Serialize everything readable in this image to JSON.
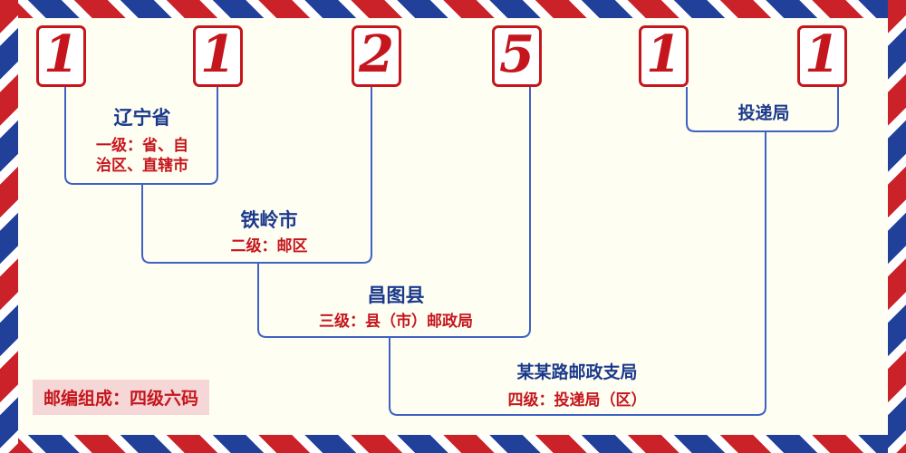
{
  "postal_code": {
    "digits": [
      "1",
      "1",
      "2",
      "5",
      "1",
      "1"
    ]
  },
  "levels": {
    "level1": {
      "place": "辽宁省",
      "desc_line1": "一级：省、自",
      "desc_line2": "治区、直辖市"
    },
    "level2": {
      "place": "铁岭市",
      "desc": "二级：邮区"
    },
    "level3": {
      "place": "昌图县",
      "desc": "三级：县（市）邮政局"
    },
    "level4": {
      "place": "某某路邮政支局",
      "desc": "四级：投递局（区）"
    },
    "delivery": {
      "place": "投递局"
    }
  },
  "footer": {
    "note": "邮编组成：四级六码"
  },
  "colors": {
    "digit_red": "#c5161d",
    "line_blue": "#3f62c4",
    "place_blue": "#1b3a8c",
    "desc_red": "#c5161d",
    "stripe_red": "#cb2229",
    "stripe_blue": "#20409a",
    "footer_bg": "#f6d7d7",
    "background": "#fffef2"
  }
}
